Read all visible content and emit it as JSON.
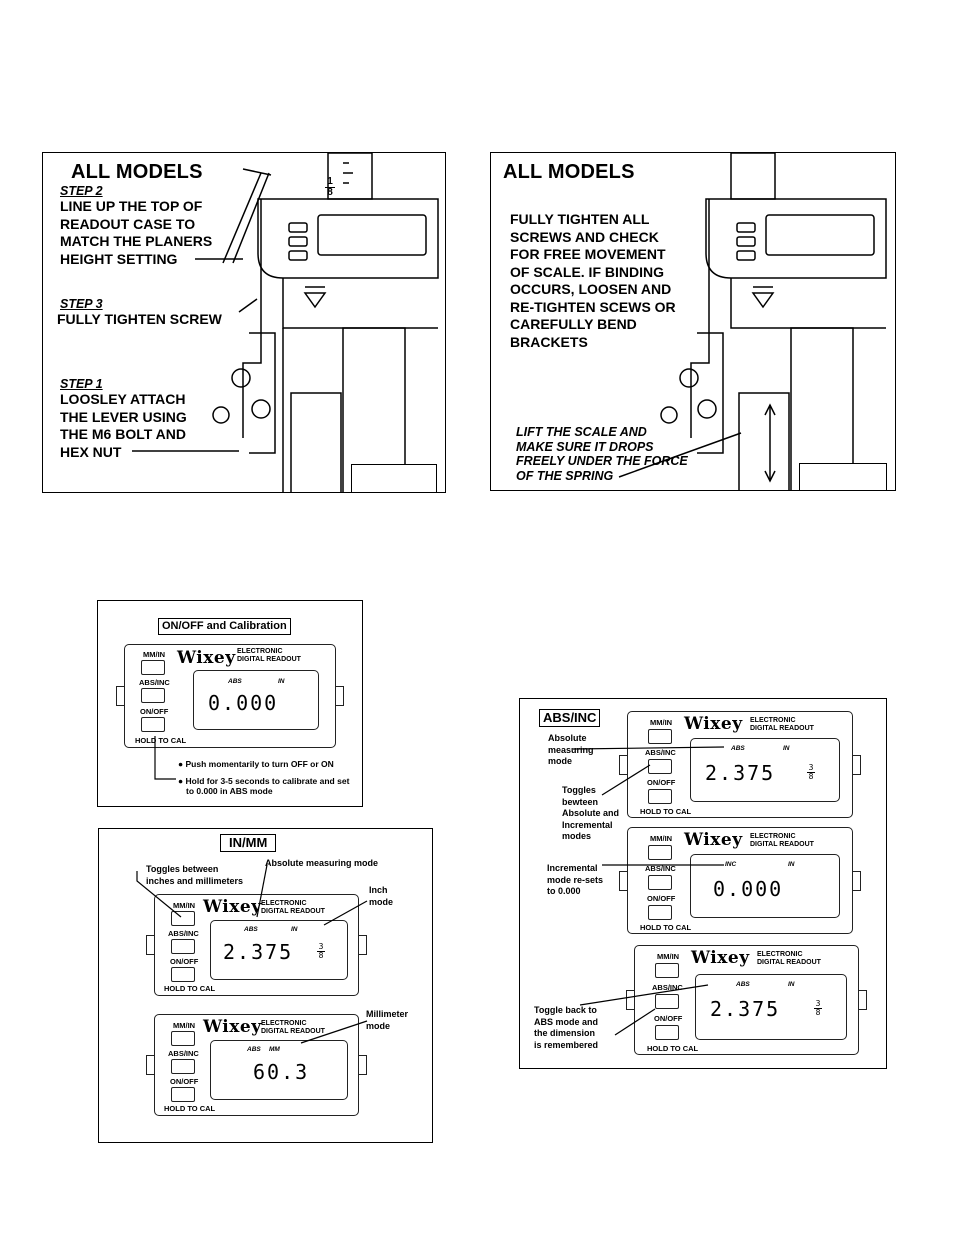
{
  "top_left_panel": {
    "title": "ALL MODELS",
    "scale_fraction_num": "1",
    "scale_fraction_den": "8",
    "step2_label": "STEP 2",
    "step2_text": [
      "LINE UP THE TOP OF",
      "READOUT CASE TO",
      "MATCH THE PLANERS",
      "HEIGHT SETTING"
    ],
    "step3_label": "STEP 3",
    "step3_text": "FULLY TIGHTEN SCREW",
    "step1_label": "STEP 1",
    "step1_text": [
      "LOOSLEY ATTACH",
      "THE LEVER USING",
      "THE M6 BOLT AND",
      "HEX NUT"
    ]
  },
  "top_right_panel": {
    "title": "ALL MODELS",
    "text": [
      "FULLY TIGHTEN ALL",
      "SCREWS AND CHECK",
      "FOR FREE MOVEMENT",
      "OF SCALE. IF BINDING",
      "OCCURS, LOOSEN AND",
      "RE-TIGHTEN SCEWS OR",
      "CAREFULLY BEND",
      "BRACKETS"
    ],
    "lift_text": [
      "LIFT THE SCALE AND",
      "MAKE SURE IT DROPS",
      "FREELY UNDER THE FORCE",
      "OF THE SPRING"
    ]
  },
  "device_labels": {
    "mm_in": "MM/IN",
    "abs_inc": "ABS/INC",
    "on_off": "ON/OFF",
    "hold_to_cal": "HOLD TO CAL",
    "brand": "Wixey",
    "brand_line1": "ELECTRONIC",
    "brand_line2": "DIGITAL READOUT",
    "ind_abs": "ABS",
    "ind_in": "IN",
    "ind_mm": "MM",
    "ind_inc": "INC"
  },
  "onoff_panel": {
    "title": "ON/OFF  and Calibration",
    "display": "0.000",
    "note1": "Push momentarily to turn OFF or ON",
    "note2_line1": "Hold for 3-5 seconds to calibrate and set",
    "note2_line2": "to 0.000 in ABS mode"
  },
  "inmm_panel": {
    "title": "IN/MM",
    "callout_toggle": [
      "Toggles between",
      "inches and millimeters"
    ],
    "callout_abs": "Absolute measuring mode",
    "callout_inch": [
      "Inch",
      "mode"
    ],
    "callout_mm": [
      "Millimeter",
      "mode"
    ],
    "display_inch": "2.375",
    "display_mm": "60.3",
    "frac_num": "3",
    "frac_den": "8"
  },
  "absinc_panel": {
    "title": "ABS/INC",
    "callout_abs": [
      "Absolute",
      "measuring",
      "mode"
    ],
    "callout_toggle": [
      "Toggles",
      "bewteen",
      "Absolute and",
      "Incremental",
      "modes"
    ],
    "callout_inc": [
      "Incremental",
      "mode re-sets",
      "to 0.000"
    ],
    "callout_back": [
      "Toggle back to",
      "ABS mode and",
      "the dimension",
      "is remembered"
    ],
    "display1": "2.375",
    "display2": "0.000",
    "display3": "2.375",
    "frac_num": "3",
    "frac_den": "8"
  }
}
